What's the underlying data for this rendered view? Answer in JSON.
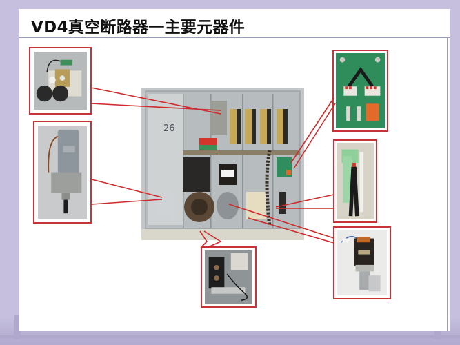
{
  "slide": {
    "title": "VD4真空断路器一主要元器件",
    "background_color": "#c6c0de",
    "panel_color": "#ffffff",
    "accent_color": "#c8333a"
  },
  "main_photo": {
    "label": "VD4 breaker mechanism interior",
    "handwritten_mark": "26"
  },
  "components": [
    {
      "id": "solenoid-assembly",
      "position": "top-left"
    },
    {
      "id": "charging-motor-gear",
      "position": "left"
    },
    {
      "id": "auxiliary-pcb",
      "position": "top-right"
    },
    {
      "id": "terminal-block",
      "position": "right"
    },
    {
      "id": "gear-motor",
      "position": "bottom-right"
    },
    {
      "id": "limit-switch-unit",
      "position": "bottom-center"
    }
  ]
}
